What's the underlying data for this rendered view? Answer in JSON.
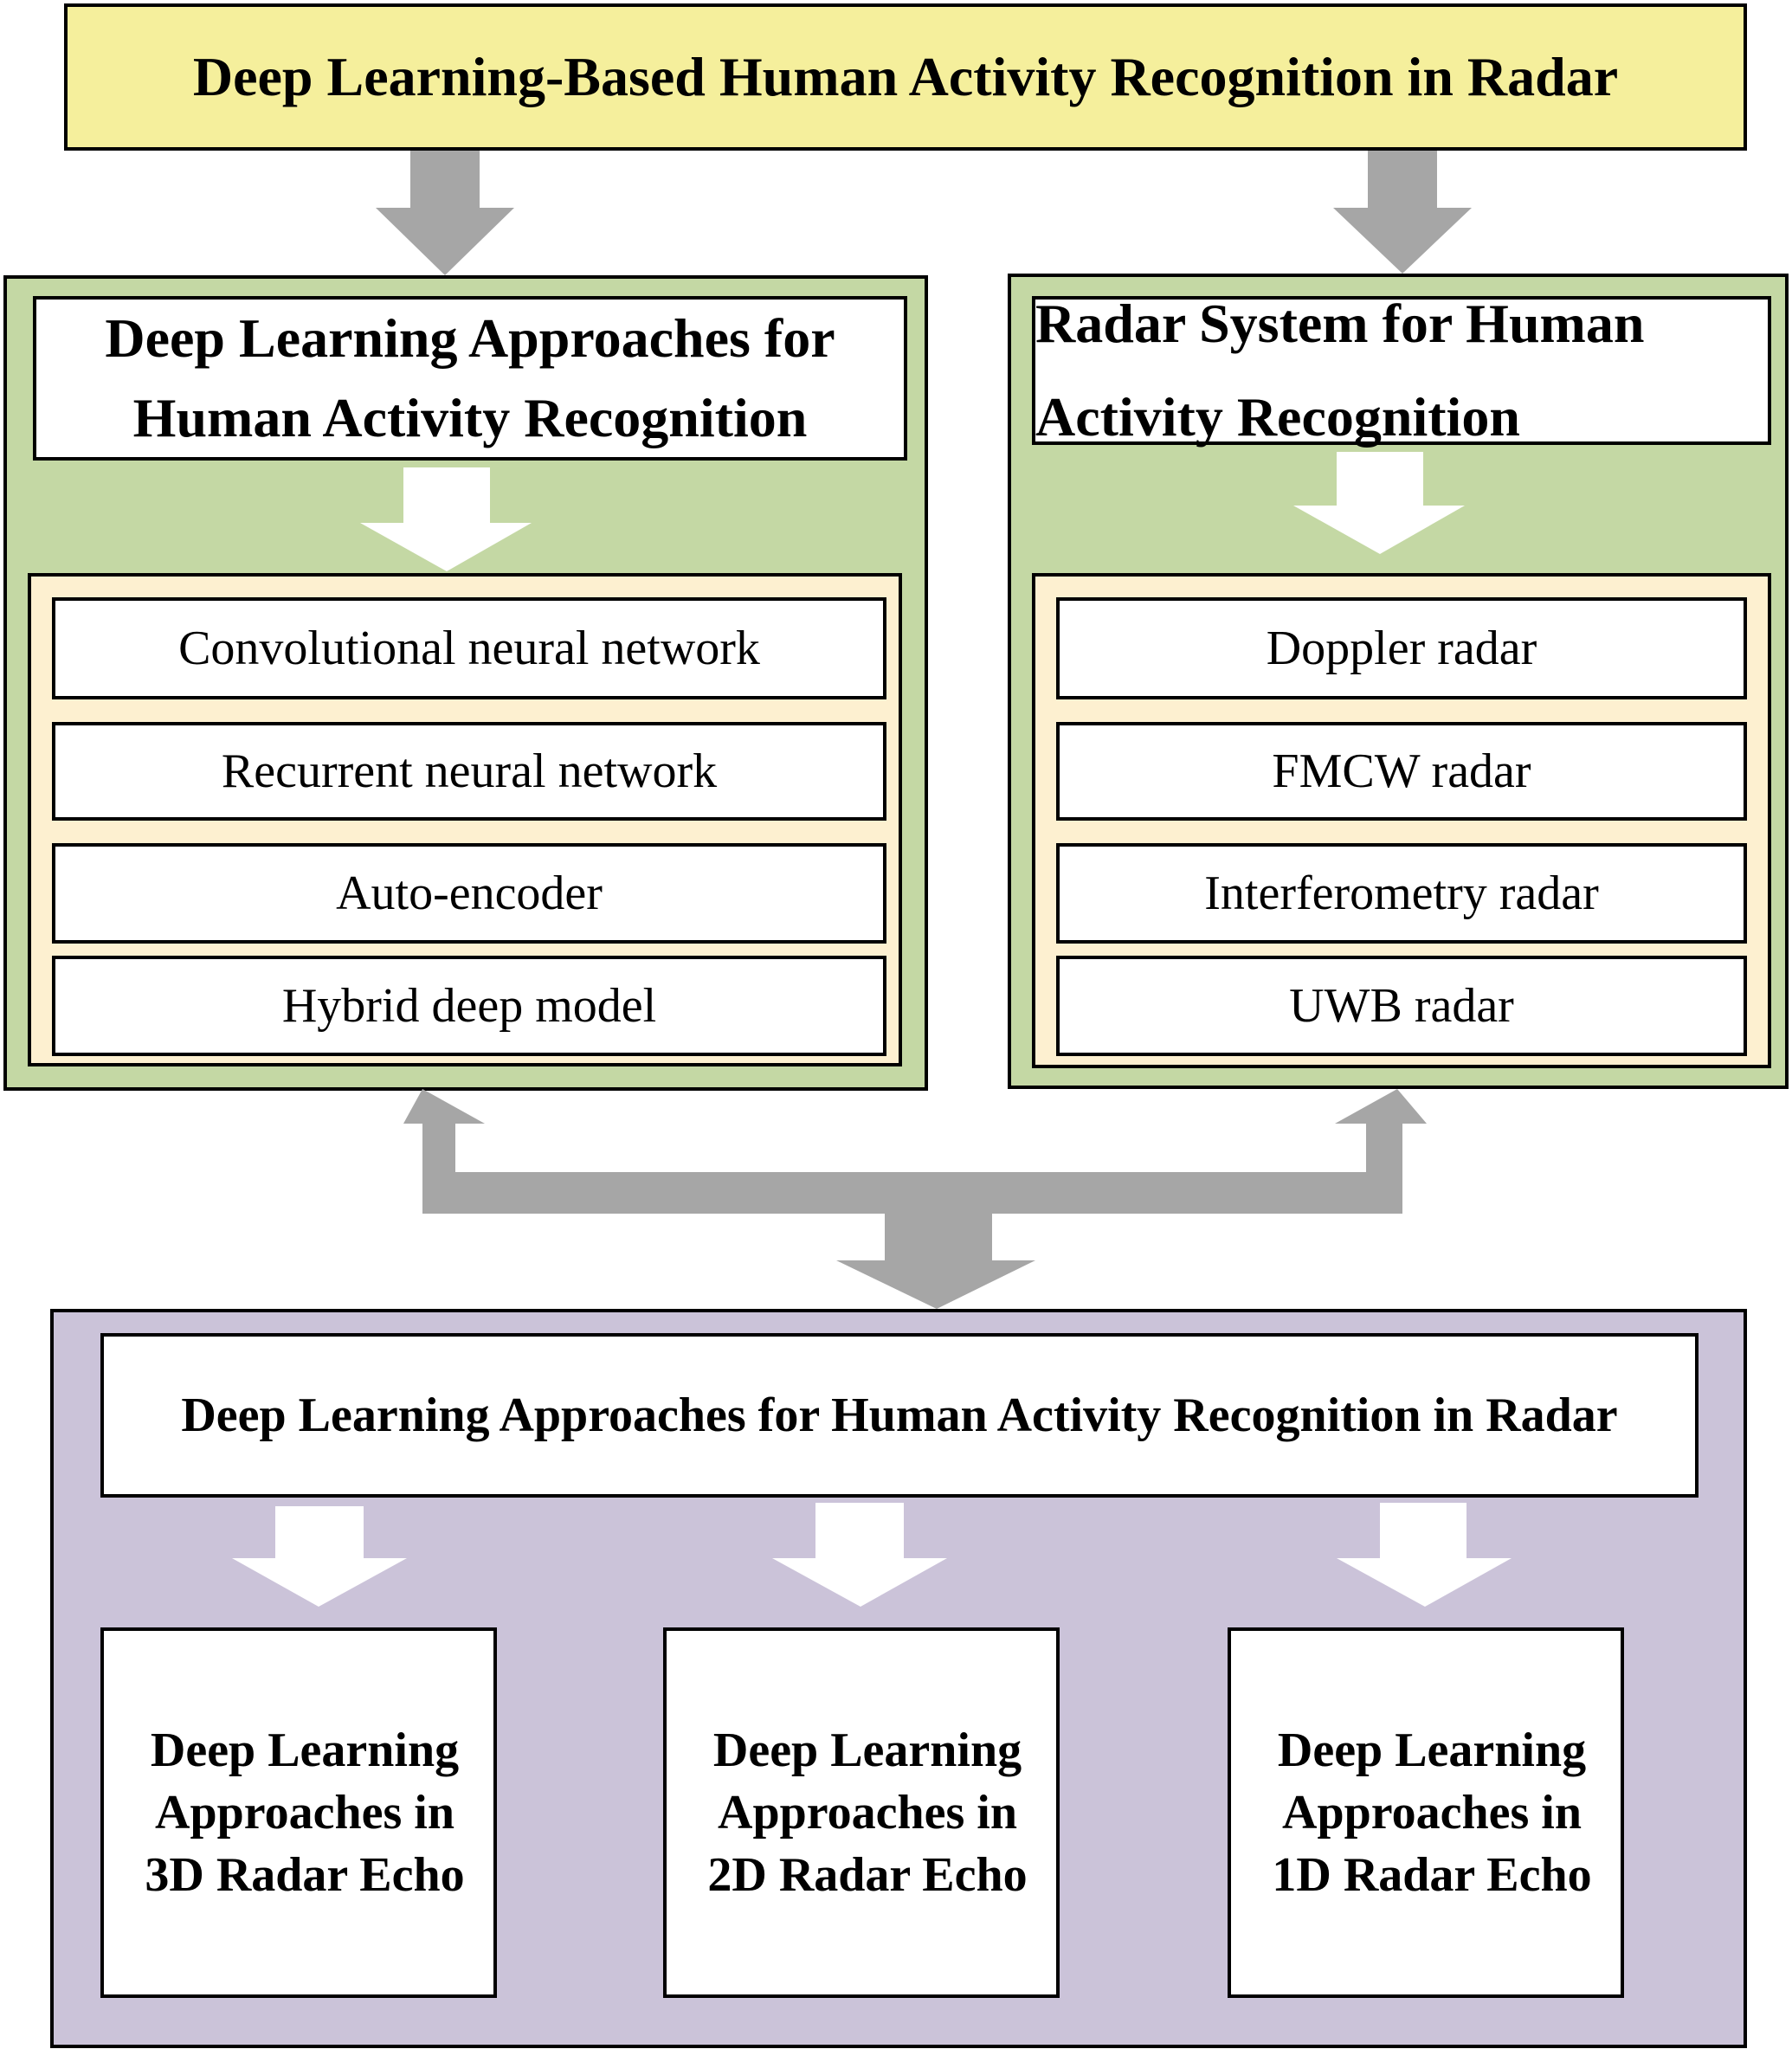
{
  "title": "Deep Learning-Based Human Activity Recognition in Radar",
  "dl_section": {
    "header_line1": "Deep Learning Approaches for",
    "header_line2": "Human Activity Recognition",
    "items": [
      "Convolutional neural network",
      "Recurrent neural network",
      "Auto-encoder",
      "Hybrid deep model"
    ]
  },
  "radar_section": {
    "header_line1": "Radar System for Human",
    "header_line2": "Activity Recognition",
    "items": [
      "Doppler radar",
      "FMCW radar",
      "Interferometry radar",
      "UWB radar"
    ]
  },
  "combined_section": {
    "header": "Deep Learning Approaches for Human Activity Recognition in Radar",
    "echoes": [
      {
        "line1": "Deep Learning",
        "line2": "Approaches in",
        "line3": "3D Radar Echo"
      },
      {
        "line1": "Deep Learning",
        "line2": "Approaches in",
        "line3": "2D Radar Echo"
      },
      {
        "line1": "Deep Learning",
        "line2": "Approaches in",
        "line3": "1D Radar Echo"
      }
    ]
  },
  "colors": {
    "title_fill": "#f5ef9c",
    "section_fill": "#c4d8a4",
    "list_fill": "#fdf0d0",
    "bottom_fill": "#cbc3d9",
    "arrow_gray": "#a6a6a6"
  }
}
